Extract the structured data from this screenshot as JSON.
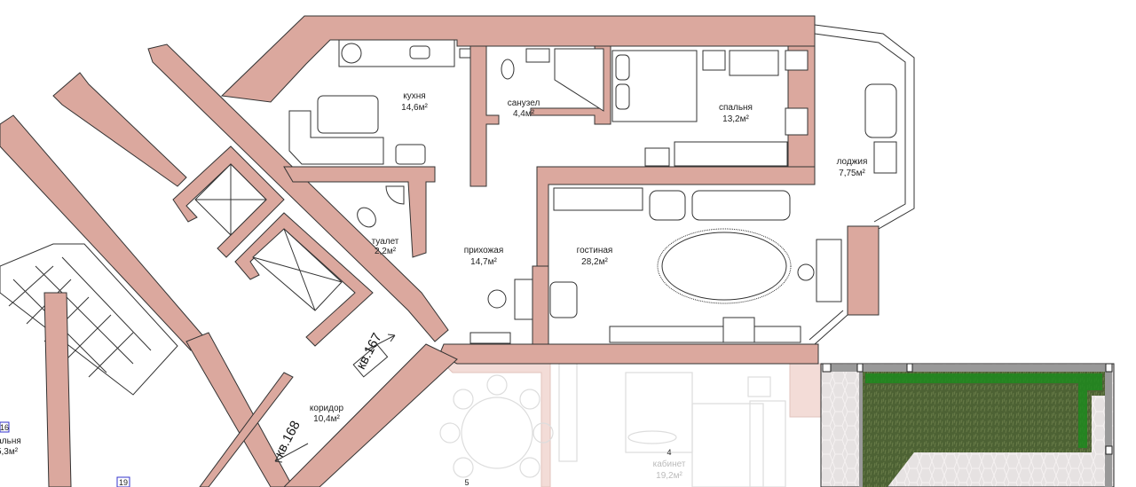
{
  "rooms": {
    "kitchen": {
      "name": "кухня",
      "area": "14,6м²"
    },
    "bathroom": {
      "name": "санузел",
      "area": "4,4м²"
    },
    "bedroom": {
      "name": "спальня",
      "area": "13,2м²"
    },
    "loggia": {
      "name": "лоджия",
      "area": "7,75м²"
    },
    "toilet": {
      "name": "туалет",
      "area": "2,2м²"
    },
    "hallway": {
      "name": "прихожая",
      "area": "14,7м²"
    },
    "living": {
      "name": "гостиная",
      "area": "28,2м²"
    },
    "corridor": {
      "name": "коридор",
      "area": "10,4м²"
    },
    "neighbor_bedroom": {
      "number": "16",
      "name": "альня",
      "area": "5,3м²"
    },
    "neighbor_room19": {
      "number": "19"
    },
    "office": {
      "number": "4",
      "name": "кабинет",
      "area": "19,2м²"
    },
    "room5": {
      "number": "5"
    }
  },
  "apartments": {
    "apt167": "кв.167",
    "apt168": "кв.168"
  },
  "colors": {
    "wall": "#dba89e",
    "grass": "#4d6234",
    "grass_edge": "#1f8a1f",
    "paving": "#d8d6d6"
  }
}
